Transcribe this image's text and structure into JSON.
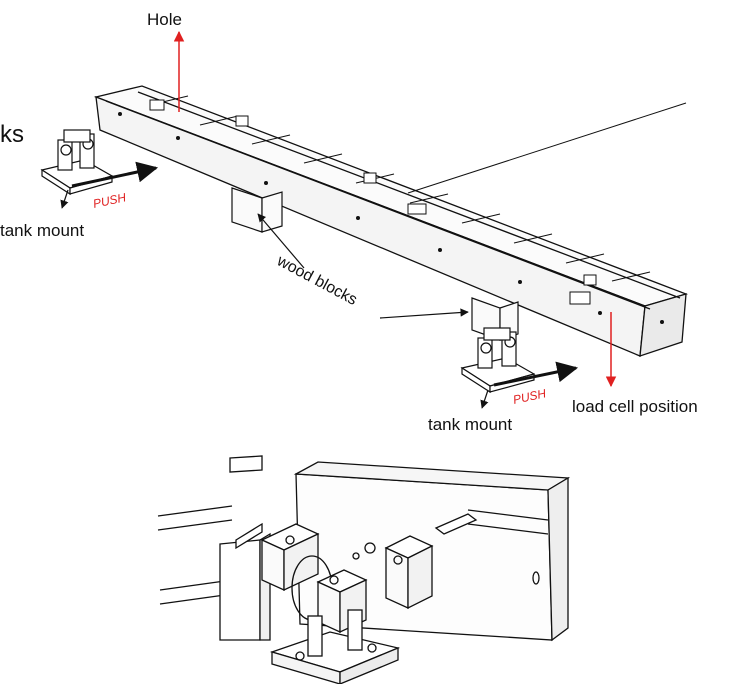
{
  "labels": {
    "hole": "Hole",
    "partial_left": "ks",
    "tank_mount_left": "tank mount",
    "push_left": "PUSH",
    "wood_blocks": "wood blocks",
    "tank_mount_right": "tank mount",
    "push_right": "PUSH",
    "load_cell_position": "load cell position"
  },
  "colors": {
    "line": "#111111",
    "accent": "#e02020",
    "background": "#ffffff"
  }
}
